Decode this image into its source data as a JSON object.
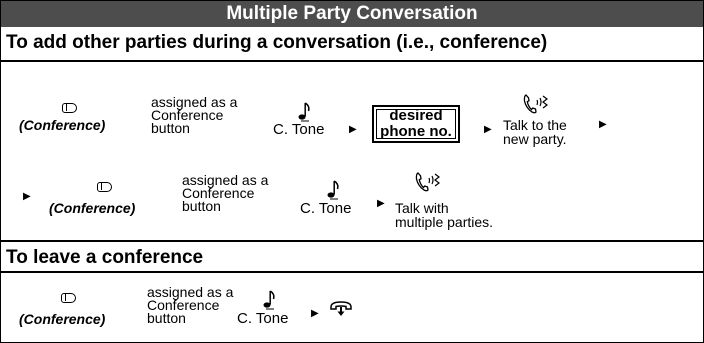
{
  "title": "Multiple Party Conversation",
  "section_add": {
    "heading": "To add other parties during a conversation (i.e., conference)",
    "row1": {
      "conference_label": "(Conference)",
      "assigned_text": [
        "assigned as a",
        "Conference",
        "button"
      ],
      "tone": "C. Tone",
      "dial_box": [
        "desired",
        "phone no."
      ],
      "talk_text": [
        "Talk to the",
        "new party."
      ]
    },
    "row2": {
      "conference_label": "(Conference)",
      "assigned_text": [
        "assigned as a",
        "Conference",
        "button"
      ],
      "tone": "C. Tone",
      "talk_text": [
        "Talk with",
        "multiple parties."
      ]
    }
  },
  "section_leave": {
    "heading": "To leave a conference",
    "row": {
      "conference_label": "(Conference)",
      "assigned_text": [
        "assigned as a",
        "Conference",
        "button"
      ],
      "tone": "C. Tone"
    }
  },
  "icons": {
    "conference_key": "conference-key-icon",
    "tone": "tone-note-icon",
    "arrow": "next-step-arrow-icon",
    "talk": "talk-icon",
    "hang_up": "hang-up-icon"
  }
}
